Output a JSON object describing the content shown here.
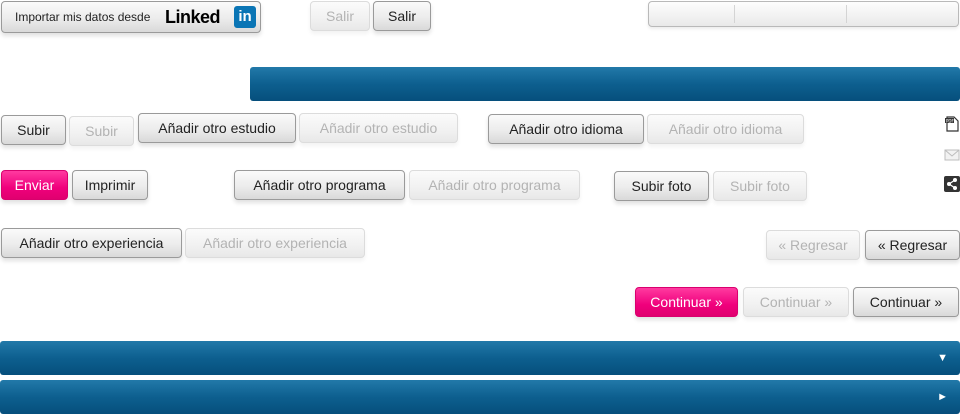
{
  "linkedin": {
    "import_label": "Importar mis datos desde",
    "brand_word": "Linked",
    "brand_box": "in",
    "brand_color": "#0a75b5"
  },
  "buttons": {
    "salir": "Salir",
    "subir": "Subir",
    "anadir_estudio": "Añadir otro estudio",
    "anadir_idioma": "Añadir otro idioma",
    "enviar": "Enviar",
    "imprimir": "Imprimir",
    "anadir_programa": "Añadir otro programa",
    "subir_foto": "Subir foto",
    "anadir_experiencia": "Añadir otro experiencia",
    "regresar": "« Regresar",
    "continuar": "Continuar »"
  },
  "colors": {
    "accent_pink": "#f0007c",
    "bar_blue": "#0d5f8f"
  },
  "bars": {
    "collapse_arrow": "▼",
    "expand_arrow": "►"
  },
  "side_icons": [
    "pdf-icon",
    "mail-icon",
    "share-icon"
  ]
}
